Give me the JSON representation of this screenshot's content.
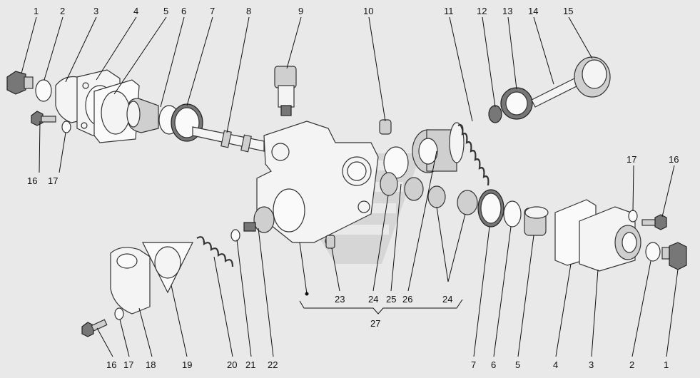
{
  "diagram": {
    "labels_top": [
      "1",
      "2",
      "3",
      "4",
      "5",
      "6",
      "7",
      "8",
      "9",
      "10",
      "11",
      "12",
      "13",
      "14",
      "15"
    ],
    "labels_right": [
      "17",
      "16"
    ],
    "labels_left": [
      "16",
      "17"
    ],
    "labels_bottom_left": [
      "16",
      "17",
      "18",
      "19",
      "20",
      "21",
      "22"
    ],
    "labels_middle": [
      "23",
      "24",
      "25",
      "26",
      "24"
    ],
    "labels_bottom_right": [
      "7",
      "6",
      "5",
      "4",
      "3",
      "2",
      "1"
    ],
    "assembly_label": "27",
    "colors": {
      "background": "#e9e9e9",
      "line": "#333333",
      "watermark": "#d6d6d6"
    }
  }
}
